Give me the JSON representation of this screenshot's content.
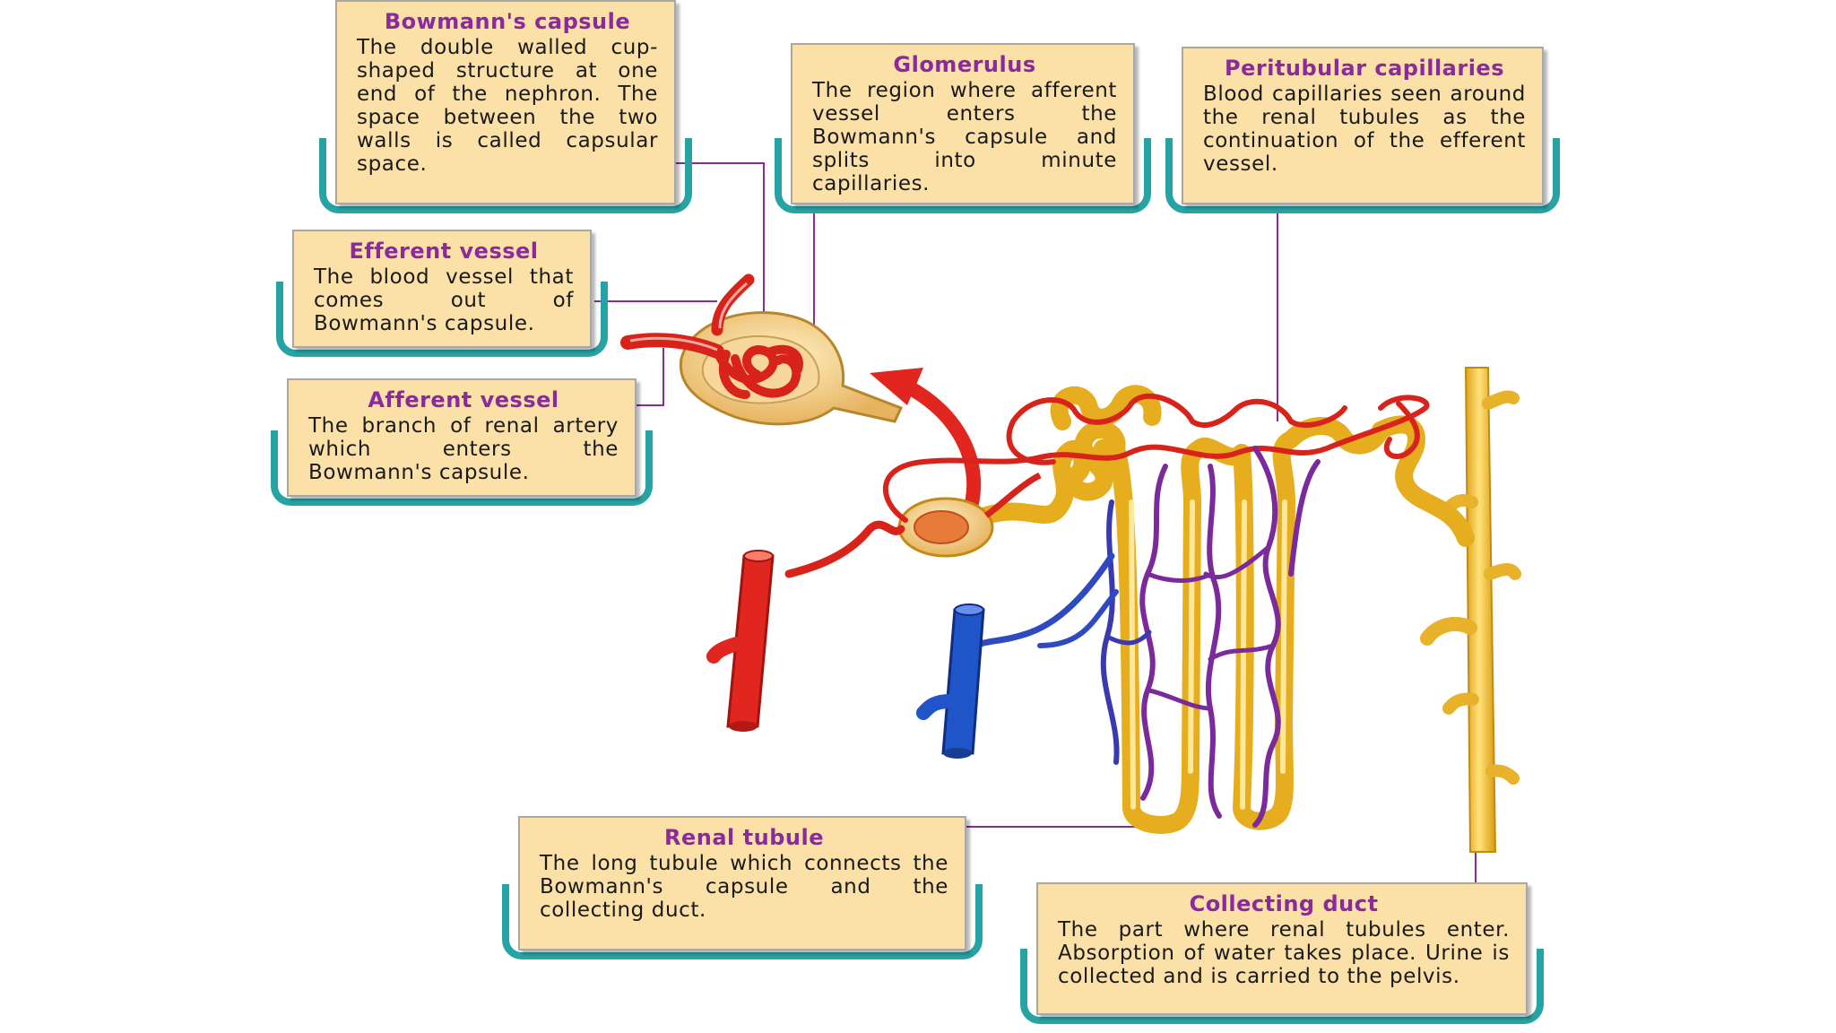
{
  "callouts": {
    "bowmanns_capsule": {
      "title": "Bowmann's capsule",
      "body": "The double walled cup-shaped structure at one end of the nephron. The space between the two walls is called capsular space."
    },
    "glomerulus": {
      "title": "Glomerulus",
      "body": "The region where afferent vessel enters the Bowmann's capsule and splits into minute capillaries."
    },
    "peritubular_capillaries": {
      "title": "Peritubular capillaries",
      "body": "Blood capillaries seen around the renal tubules as the continuation of the efferent vessel."
    },
    "efferent_vessel": {
      "title": "Efferent vessel",
      "body": "The blood vessel that comes out of Bowmann's capsule."
    },
    "afferent_vessel": {
      "title": "Afferent vessel",
      "body": "The branch of renal artery which enters the Bowmann's capsule."
    },
    "renal_tubule": {
      "title": "Renal tubule",
      "body": "The long tubule which connects the Bowmann's capsule and the collecting duct."
    },
    "collecting_duct": {
      "title": "Collecting duct",
      "body": "The part where renal tubules enter. Absorption of water takes place. Urine is collected and is carried to the pelvis."
    }
  },
  "colors": {
    "title_purple": "#8a2a9c",
    "card_fill": "#fbe1a8",
    "bracket_teal": "#27a3a3",
    "artery_red": "#e0261e",
    "vein_blue": "#1f55c8",
    "capillary_purple": "#7a2a9a",
    "tubule_yellow": "#f2c233",
    "leader_line": "#8a2a9c"
  }
}
